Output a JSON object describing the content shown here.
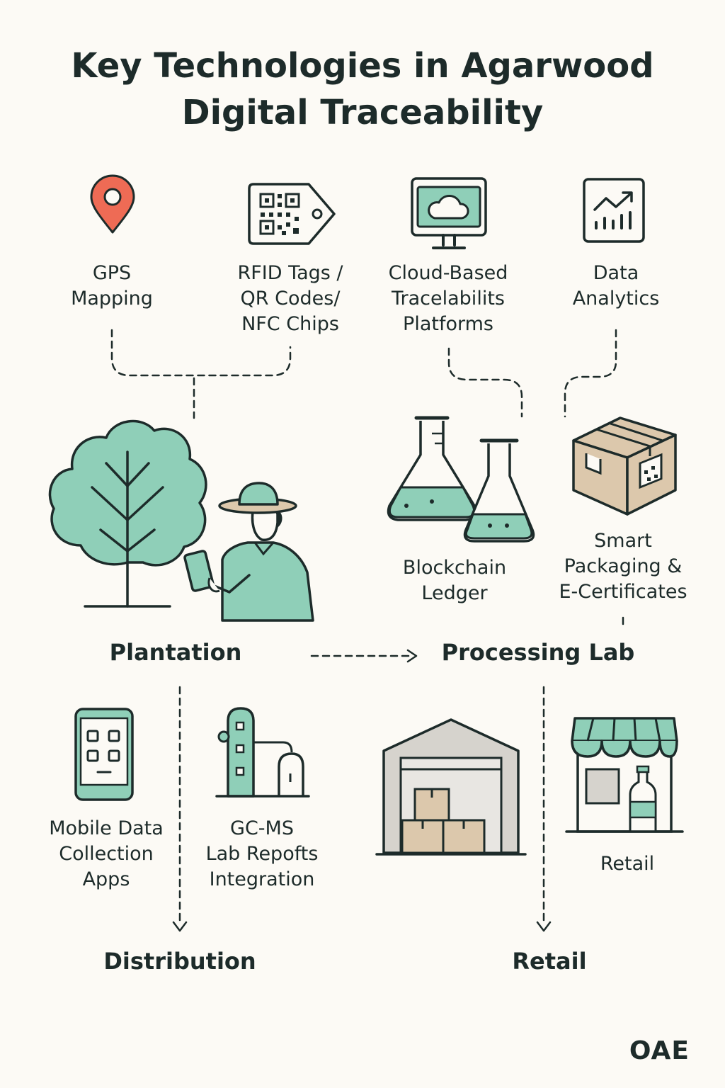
{
  "title_line1": "Key Technologies in Agarwood",
  "title_line2": "Digital Traceability",
  "technologies": {
    "gps": "GPS\nMapping",
    "rfid": "RFID Tags /\nQR Codes/\nNFC Chips",
    "cloud": "Cloud-Based\nTracelabilits\nPlatforms",
    "analytics": "Data\nAnalytics",
    "blockchain": "Blockchain\nLedger",
    "packaging": "Smart\nPackaging &\nE-Certificates",
    "mobile": "Mobile Data\nCollection\nApps",
    "gcms": "GC-MS\nLab Repofts\nIntegration",
    "retail_store": "Retail"
  },
  "stages": {
    "plantation": "Plantation",
    "processing": "Processing Lab",
    "distribution": "Distribution",
    "retail": "Retail"
  },
  "brand": "OAE",
  "colors": {
    "accent": "#8fcfb8",
    "pin": "#ee6b55",
    "box": "#dcc8ac",
    "ink": "#1d2b2a",
    "warehouse": "#d6d3cd"
  }
}
